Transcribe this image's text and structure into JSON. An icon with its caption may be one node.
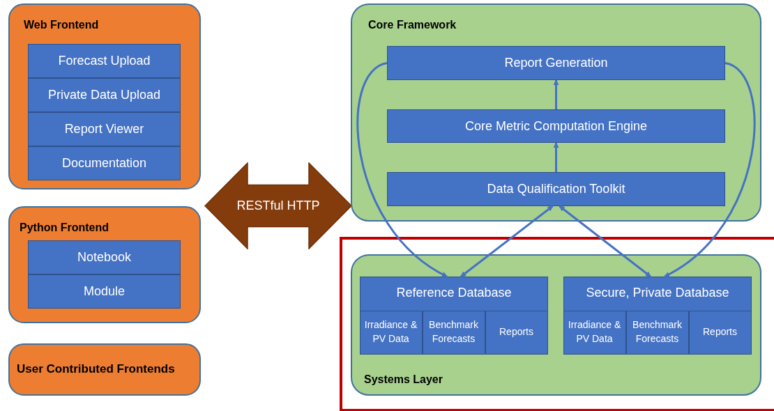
{
  "diagram": {
    "nodes": [
      {
        "text": [
          "Web Frontend"
        ]
      },
      {
        "text": [
          "Forecast Upload"
        ],
        "in": 0
      },
      {
        "text": [
          "Private Data Upload"
        ],
        "in": 0
      },
      {
        "text": [
          "Report Viewer"
        ],
        "in": 0
      },
      {
        "text": [
          "Documentation"
        ],
        "in": 0
      },
      {
        "text": [
          "Python Frontend"
        ]
      },
      {
        "text": [
          "Notebook"
        ],
        "in": 5
      },
      {
        "text": [
          "Module"
        ],
        "in": 5
      },
      {
        "text": [
          "User Contributed Frontends"
        ]
      },
      {
        "text": [
          "RESTful HTTP"
        ]
      },
      {
        "text": [
          "Core Framework"
        ]
      },
      {
        "text": [
          "Report Generation"
        ],
        "in": 10
      },
      {
        "text": [
          "Core Metric Computation Engine"
        ],
        "in": 10
      },
      {
        "text": [
          "Data Qualification Toolkit"
        ],
        "in": 10
      },
      {
        "text": [
          "Systems Layer"
        ]
      },
      {
        "text": [
          "Reference Database"
        ],
        "in": 14
      },
      {
        "text": [
          "Irradiance & PV Data"
        ],
        "in": 15
      },
      {
        "text": [
          "Benchmark Forecasts"
        ],
        "in": 15
      },
      {
        "text": [
          "Reports"
        ],
        "in": 15
      },
      {
        "text": [
          "Secure, Private Database"
        ],
        "in": 14
      },
      {
        "text": [
          "Irradiance & PV Data"
        ],
        "in": 19
      },
      {
        "text": [
          "Benchmark Forecasts"
        ],
        "in": 19
      },
      {
        "text": [
          "Reports"
        ],
        "in": 19
      }
    ],
    "edges": [
      {
        "from": 13,
        "to": 12,
        "arrow": "to"
      },
      {
        "from": 12,
        "to": 11,
        "arrow": "to"
      },
      {
        "from": 11,
        "to": 15,
        "arrow": "to"
      },
      {
        "from": 11,
        "to": 19,
        "arrow": "to"
      },
      {
        "from": 13,
        "to": 15,
        "arrow": "both"
      },
      {
        "from": 13,
        "to": 19,
        "arrow": "both"
      }
    ]
  }
}
